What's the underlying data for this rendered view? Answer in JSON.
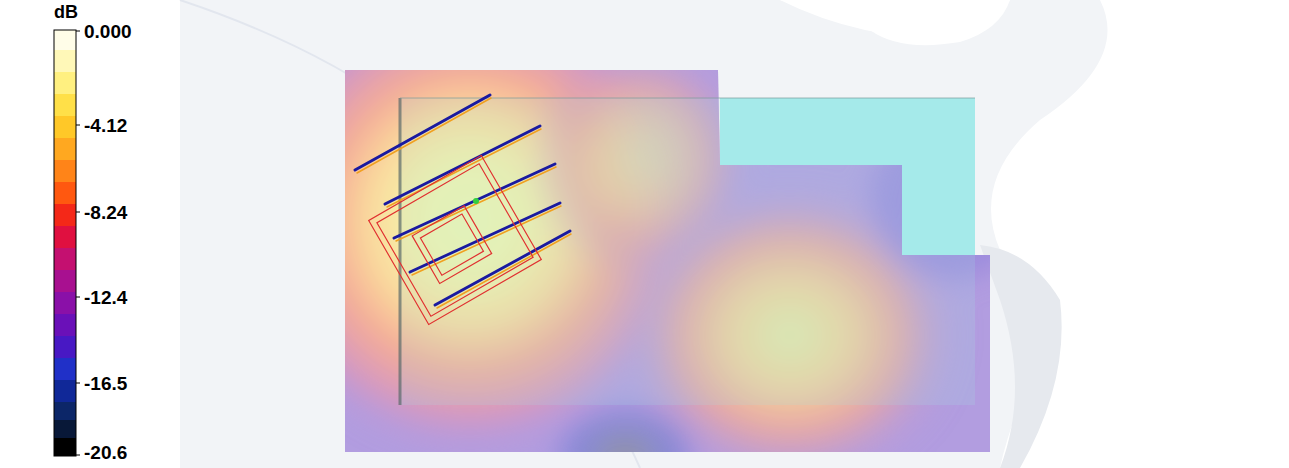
{
  "diagram": {
    "labels": [
      "dB",
      "0.000",
      "-4.12",
      "-8.24",
      "-12.4",
      "-16.5",
      "-20.6"
    ]
  }
}
